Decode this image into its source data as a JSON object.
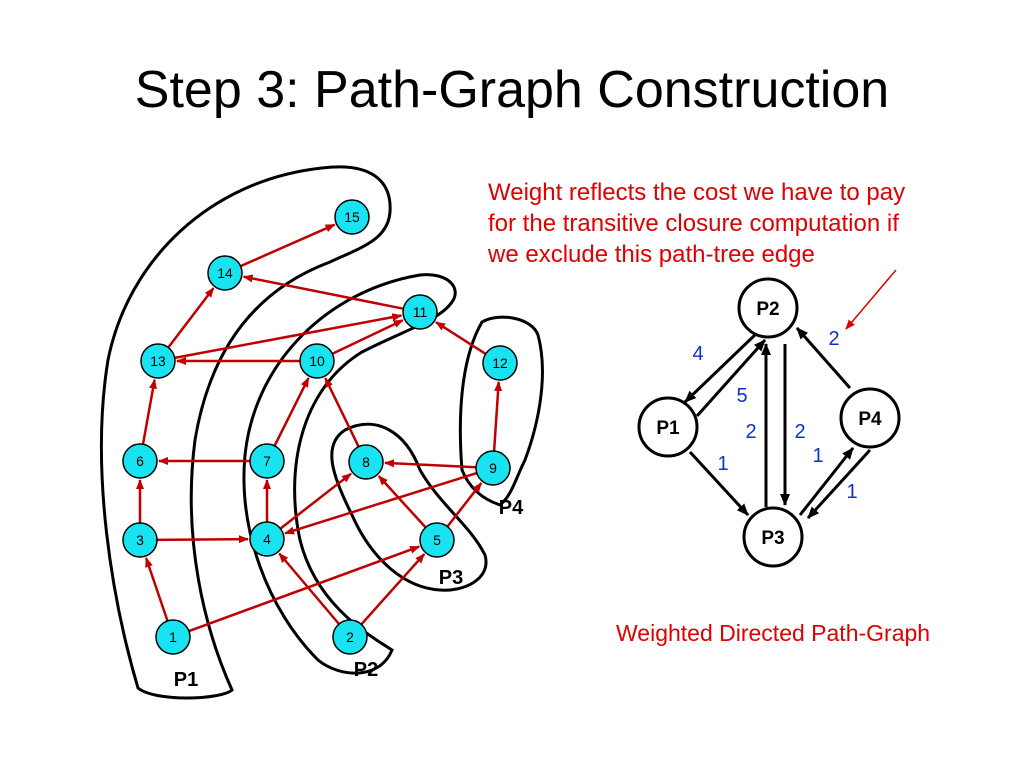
{
  "title": "Step 3: Path-Graph Construction",
  "note_lines": [
    "Weight reflects the cost we have to pay",
    "for the transitive closure computation if",
    "we exclude this path-tree edge"
  ],
  "caption": "Weighted Directed Path-Graph",
  "colors": {
    "node_fill": "#19e3f0",
    "edge": "#c00000",
    "weight_label": "#1030d0",
    "note": "#e00000"
  },
  "left_graph": {
    "nodes": [
      {
        "id": "1",
        "label": "1"
      },
      {
        "id": "2",
        "label": "2"
      },
      {
        "id": "3",
        "label": "3"
      },
      {
        "id": "4",
        "label": "4"
      },
      {
        "id": "5",
        "label": "5"
      },
      {
        "id": "6",
        "label": "6"
      },
      {
        "id": "7",
        "label": "7"
      },
      {
        "id": "8",
        "label": "8"
      },
      {
        "id": "9",
        "label": "9"
      },
      {
        "id": "10",
        "label": "10"
      },
      {
        "id": "11",
        "label": "11"
      },
      {
        "id": "12",
        "label": "12"
      },
      {
        "id": "13",
        "label": "13"
      },
      {
        "id": "14",
        "label": "14"
      },
      {
        "id": "15",
        "label": "15"
      }
    ],
    "edges": [
      {
        "from": "1",
        "to": "3"
      },
      {
        "from": "3",
        "to": "6"
      },
      {
        "from": "6",
        "to": "13"
      },
      {
        "from": "13",
        "to": "14"
      },
      {
        "from": "14",
        "to": "15"
      },
      {
        "from": "13",
        "to": "11"
      },
      {
        "from": "10",
        "to": "13"
      },
      {
        "from": "11",
        "to": "14"
      },
      {
        "from": "7",
        "to": "6"
      },
      {
        "from": "3",
        "to": "4"
      },
      {
        "from": "4",
        "to": "7"
      },
      {
        "from": "7",
        "to": "10"
      },
      {
        "from": "10",
        "to": "11"
      },
      {
        "from": "2",
        "to": "4"
      },
      {
        "from": "4",
        "to": "8"
      },
      {
        "from": "8",
        "to": "10"
      },
      {
        "from": "9",
        "to": "8"
      },
      {
        "from": "9",
        "to": "4"
      },
      {
        "from": "9",
        "to": "12"
      },
      {
        "from": "12",
        "to": "11"
      },
      {
        "from": "5",
        "to": "8"
      },
      {
        "from": "5",
        "to": "9"
      },
      {
        "from": "1",
        "to": "5"
      },
      {
        "from": "2",
        "to": "5"
      }
    ],
    "groups": [
      {
        "id": "P1",
        "label": "P1"
      },
      {
        "id": "P2",
        "label": "P2"
      },
      {
        "id": "P3",
        "label": "P3"
      },
      {
        "id": "P4",
        "label": "P4"
      }
    ]
  },
  "path_graph": {
    "nodes": [
      {
        "id": "P2",
        "label": "P2"
      },
      {
        "id": "P1",
        "label": "P1"
      },
      {
        "id": "P4",
        "label": "P4"
      },
      {
        "id": "P3",
        "label": "P3"
      }
    ],
    "edges": [
      {
        "from": "P2",
        "to": "P1",
        "weight": "4"
      },
      {
        "from": "P1",
        "to": "P2",
        "weight": "5"
      },
      {
        "from": "P3",
        "to": "P2",
        "weight": "2"
      },
      {
        "from": "P2",
        "to": "P3",
        "weight": "2"
      },
      {
        "from": "P4",
        "to": "P2",
        "weight": "2"
      },
      {
        "from": "P1",
        "to": "P3",
        "weight": "1"
      },
      {
        "from": "P3",
        "to": "P4",
        "weight": "1"
      },
      {
        "from": "P4",
        "to": "P3",
        "weight": "1"
      }
    ]
  }
}
